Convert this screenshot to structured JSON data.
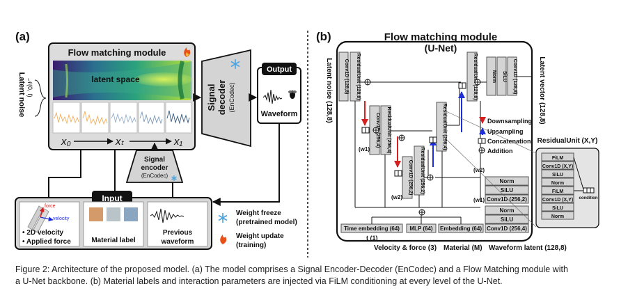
{
  "panel_a": {
    "label": "(a)",
    "flow_title": "Flow matching module",
    "latent_space": "latent space",
    "latent_noise_label": "Latent noise",
    "latent_noise_math": "𝒩(0, I)",
    "x0": "x₀",
    "xt": "xₜ",
    "x1": "x₁",
    "decoder_title": "Signal",
    "decoder_sub1": "decoder",
    "decoder_sub2": "(EnCodec)",
    "encoder_title": "Signal",
    "encoder_sub1": "encoder",
    "encoder_sub2": "(EnCodec)",
    "output_label": "Output",
    "waveform_label": "Waveform",
    "input_label": "Input",
    "force_label": "force",
    "velocity_label": "velocity",
    "bullet_1": "• 2D velocity",
    "bullet_2": "• Applied force",
    "material_label": "Material label",
    "previous_waveform_1": "Previous",
    "previous_waveform_2": "waveform",
    "legend_freeze_1": "Weight freeze",
    "legend_freeze_2": "(pretrained model)",
    "legend_update_1": "Weight update",
    "legend_update_2": "(training)"
  },
  "panel_b": {
    "label": "(b)",
    "title_1": "Flow matching module",
    "title_2": "(U-Net)",
    "latent_noise_side": "Latent noise (128,8)",
    "latent_vector_side": "Latent vector (128,8)",
    "blocks": {
      "conv_128_8": "Conv1D (128,8)",
      "res_128_8": "ResidualUnit (128,8)",
      "conv_256_4": "Conv1D (256,4)",
      "res_256_4": "ResidualUnit (256,4)",
      "conv_256_2": "Conv1D (256,2)",
      "res_256_2": "ResidualUnit (256,2)",
      "res_256_4_up": "ResidualUnit (256,4)",
      "res_128_8_up": "ResidualUnit (128,8)",
      "norm": "Norm",
      "silu": "SiLU",
      "conv_out": "Conv1D (128,8)"
    },
    "w1": "(w1)",
    "w2": "(w2)",
    "legend": {
      "down": "Downsampling",
      "up": "Upsampling",
      "concat": "Concatenation",
      "add": "Addition"
    },
    "residual_unit_title": "ResidualUnit (X,Y)",
    "residual_unit_rows": [
      "FiLM",
      "Conv1D (X,Y)",
      "SiLU",
      "Norm",
      "FiLM",
      "Conv1D (X,Y)",
      "SiLU",
      "Norm"
    ],
    "condition_label": "condition",
    "waveform_stack": [
      "Norm",
      "SiLU",
      "Conv1D (256,2)",
      "Norm",
      "SiLU",
      "Conv1D (256,4)"
    ],
    "embeddings": {
      "time": "Time embedding (64)",
      "mlp": "MLP (64)",
      "embedding": "Embedding (64)"
    },
    "bottom_labels": {
      "t": "t (1)",
      "vf": "Velocity & force (3)",
      "material": "Material (M)",
      "waveform": "Waveform latent (128,8)"
    }
  },
  "caption": {
    "line_1": "Figure 2: Architecture of the proposed model. (a) The model comprises a Signal Encoder-Decoder (EnCodec) and a Flow Matching module with",
    "line_2": "a U-Net backbone. (b) Material labels and interaction parameters are injected via FiLM conditioning at every level of the U-Net."
  },
  "colors": {
    "down_arrow": "#d42020",
    "up_arrow": "#1f2fd8",
    "block_fill": "#d4d4d4",
    "panel_fill": "#e2e2e2"
  },
  "icons": [
    "fire-icon",
    "snowflake-icon",
    "fly-icon",
    "arrow-icon"
  ]
}
